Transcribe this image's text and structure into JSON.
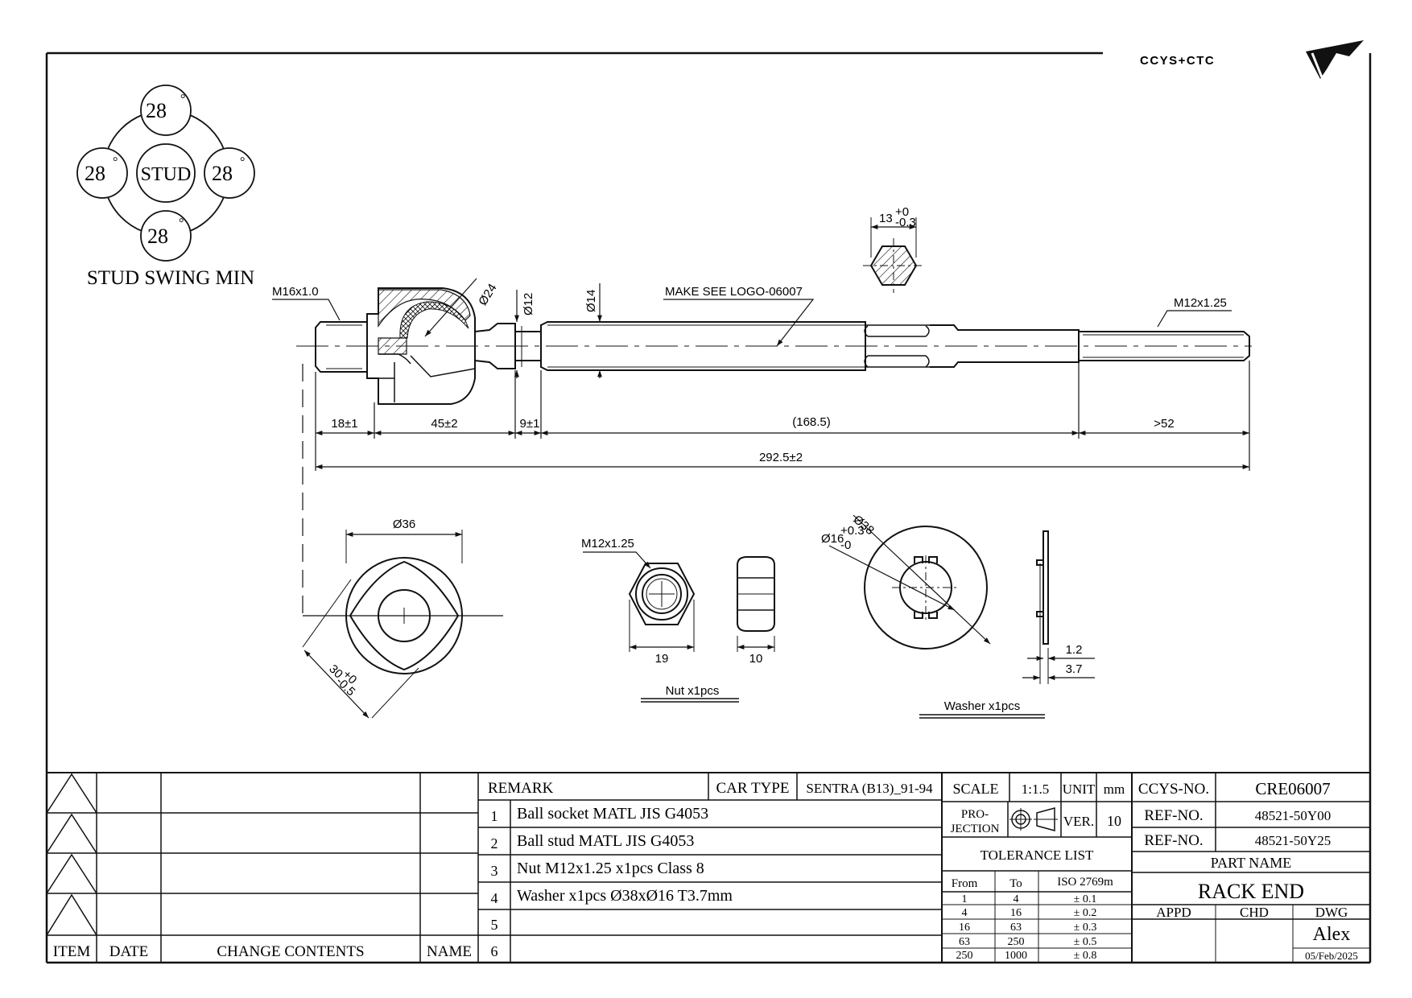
{
  "logo": {
    "text": "CCYS+CTC"
  },
  "stud_swing": {
    "angle": "28",
    "deg": "°",
    "center": "STUD",
    "caption": "STUD SWING MIN"
  },
  "drawing": {
    "thread_left": "M16x1.0",
    "dia_24": "Ø24",
    "dia_12": "Ø12",
    "dia_14": "Ø14",
    "logo_note": "MAKE SEE LOGO-06007",
    "hex_13": "13",
    "hex_13_tol_up": "+0",
    "hex_13_tol_low": "-0.3",
    "thread_right": "M12x1.25",
    "dim_18": "18±1",
    "dim_45": "45±2",
    "dim_9": "9±1",
    "dim_168": "(168.5)",
    "dim_52": ">52",
    "dim_total": "292.5±2",
    "dia_36": "Ø36",
    "dim_30": "30",
    "dim_30_tol_up": "+0",
    "dim_30_tol_low": "-0.5",
    "nut_thread": "M12x1.25",
    "nut_19": "19",
    "nut_10": "10",
    "nut_caption": "Nut x1pcs",
    "washer_38": "Ø38",
    "washer_16": "Ø16",
    "washer_16_tol_up": "+0.3",
    "washer_16_tol_low": "-0",
    "washer_12": "1.2",
    "washer_37": "3.7",
    "washer_caption": "Washer x1pcs"
  },
  "revision_block": {
    "headers": {
      "item": "ITEM",
      "date": "DATE",
      "change": "CHANGE CONTENTS",
      "name": "NAME"
    }
  },
  "remark_block": {
    "remark_label": "REMARK",
    "car_type_label": "CAR TYPE",
    "car_type_value": "SENTRA (B13)_91-94",
    "rows": [
      {
        "no": "1",
        "text": "Ball socket MATL JIS G4053"
      },
      {
        "no": "2",
        "text": "Ball stud MATL JIS G4053"
      },
      {
        "no": "3",
        "text": "Nut M12x1.25 x1pcs Class 8"
      },
      {
        "no": "4",
        "text": "Washer x1pcs Ø38xØ16 T3.7mm"
      },
      {
        "no": "5",
        "text": ""
      },
      {
        "no": "6",
        "text": ""
      }
    ]
  },
  "spec_block": {
    "scale_label": "SCALE",
    "scale_value": "1:1.5",
    "unit_label": "UNIT",
    "unit_value": "mm",
    "projection_line1": "PRO-",
    "projection_line2": "JECTION",
    "ver_label": "VER.",
    "ver_value": "10",
    "tolerance_title": "TOLERANCE LIST",
    "tol_headers": {
      "from": "From",
      "to": "To",
      "iso": "ISO 2769m"
    },
    "tol_rows": [
      {
        "from": "1",
        "to": "4",
        "tol": "± 0.1"
      },
      {
        "from": "4",
        "to": "16",
        "tol": "± 0.2"
      },
      {
        "from": "16",
        "to": "63",
        "tol": "± 0.3"
      },
      {
        "from": "63",
        "to": "250",
        "tol": "± 0.5"
      },
      {
        "from": "250",
        "to": "1000",
        "tol": "± 0.8"
      }
    ]
  },
  "title_block": {
    "ccys_label": "CCYS-NO.",
    "ccys_value": "CRE06007",
    "ref1_label": "REF-NO.",
    "ref1_value": "48521-50Y00",
    "ref2_label": "REF-NO.",
    "ref2_value": "48521-50Y25",
    "part_name_label": "PART NAME",
    "part_name_value": "RACK END",
    "appd_label": "APPD",
    "chd_label": "CHD",
    "dwg_label": "DWG",
    "dwg_value": "Alex",
    "date_value": "05/Feb/2025"
  }
}
